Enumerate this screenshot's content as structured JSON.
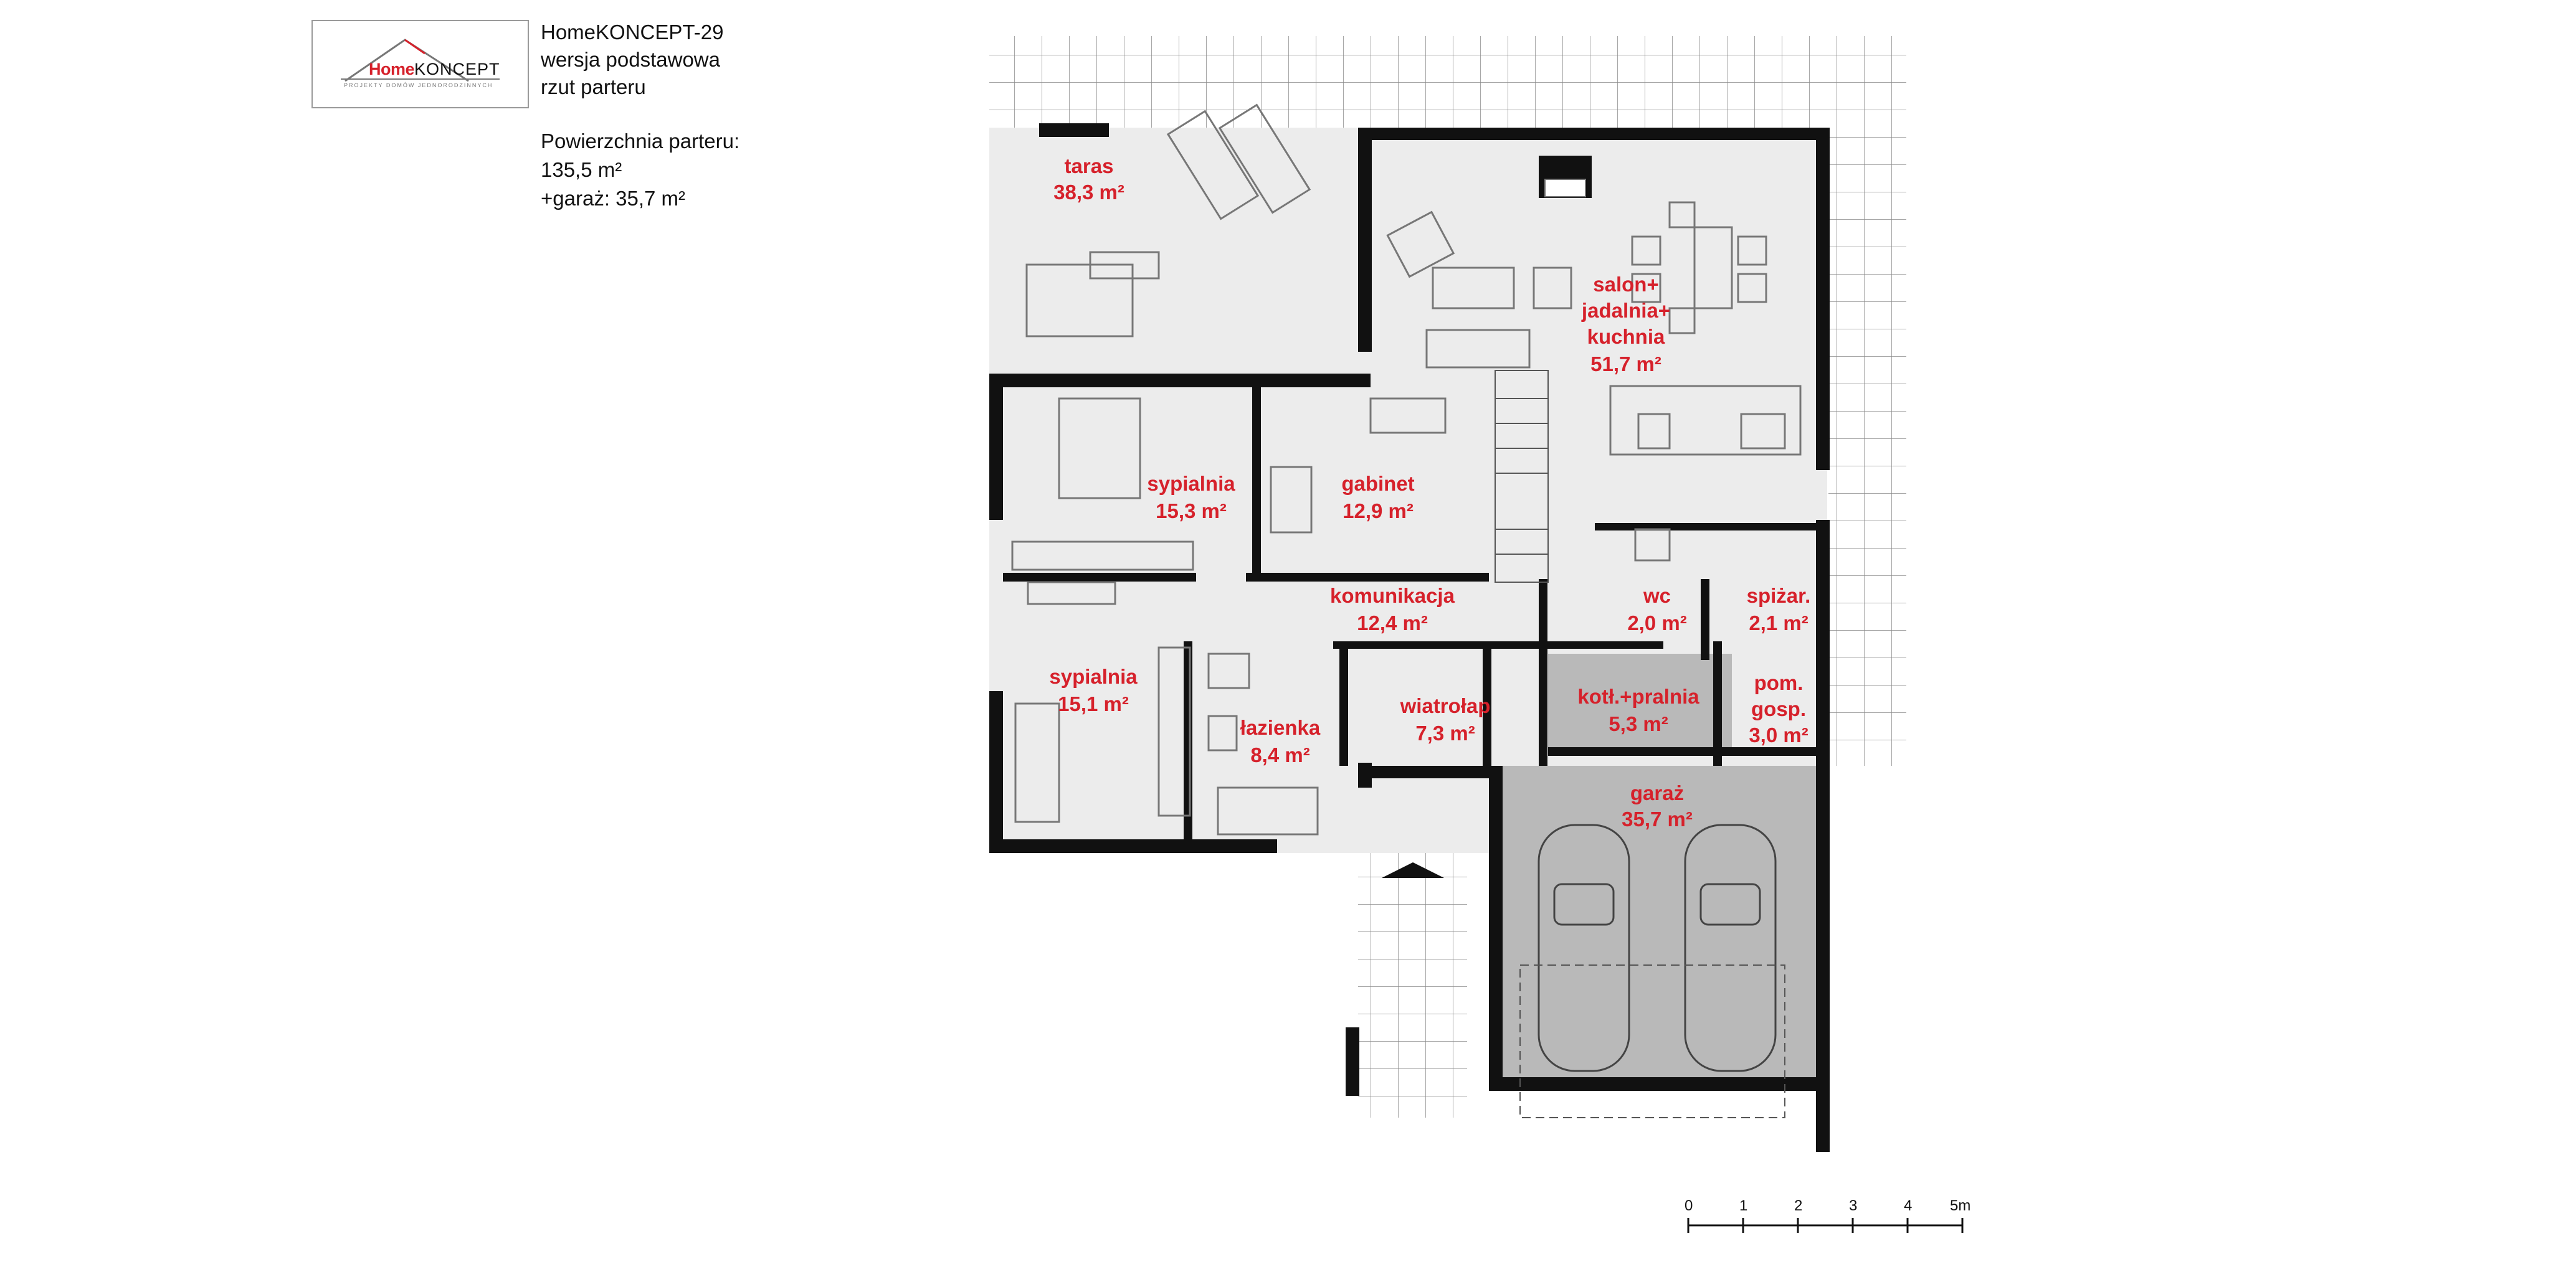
{
  "header": {
    "logo": {
      "brand_bold": "Home",
      "brand_thin": "KONCEPT",
      "tagline": "PROJEKTY DOMÓW JEDNORODZINNYCH"
    },
    "title_lines": [
      "HomeKONCEPT-29",
      "wersja podstawowa",
      "rzut parteru"
    ],
    "area_lines": [
      "Powierzchnia parteru:",
      "135,5 m²",
      "+garaż: 35,7 m²"
    ]
  },
  "rooms": [
    {
      "name": "taras",
      "area": "38,3 m²"
    },
    {
      "name": "salon+",
      "name2": "jadalnia+",
      "name3": "kuchnia",
      "area": "51,7 m²"
    },
    {
      "name": "sypialnia",
      "area": "15,3 m²"
    },
    {
      "name": "gabinet",
      "area": "12,9 m²"
    },
    {
      "name": "komunikacja",
      "area": "12,4 m²"
    },
    {
      "name": "wc",
      "area": "2,0 m²"
    },
    {
      "name": "spiżar.",
      "area": "2,1 m²"
    },
    {
      "name": "sypialnia",
      "area": "15,1 m²"
    },
    {
      "name": "łazienka",
      "area": "8,4 m²"
    },
    {
      "name": "wiatrołap",
      "area": "7,3 m²"
    },
    {
      "name": "kotł.+pralnia",
      "area": "5,3 m²"
    },
    {
      "name": "pom.",
      "name2": "gosp.",
      "area": "3,0 m²"
    },
    {
      "name": "garaż",
      "area": "35,7 m²"
    }
  ],
  "scale_bar": {
    "ticks": [
      "0",
      "1",
      "2",
      "3",
      "4",
      "5m"
    ]
  },
  "colors": {
    "label": "#d6212b",
    "wall": "#111111",
    "interior": "#ececec",
    "garage": "#b9b9b9",
    "tile_line": "#8a8a8a"
  }
}
